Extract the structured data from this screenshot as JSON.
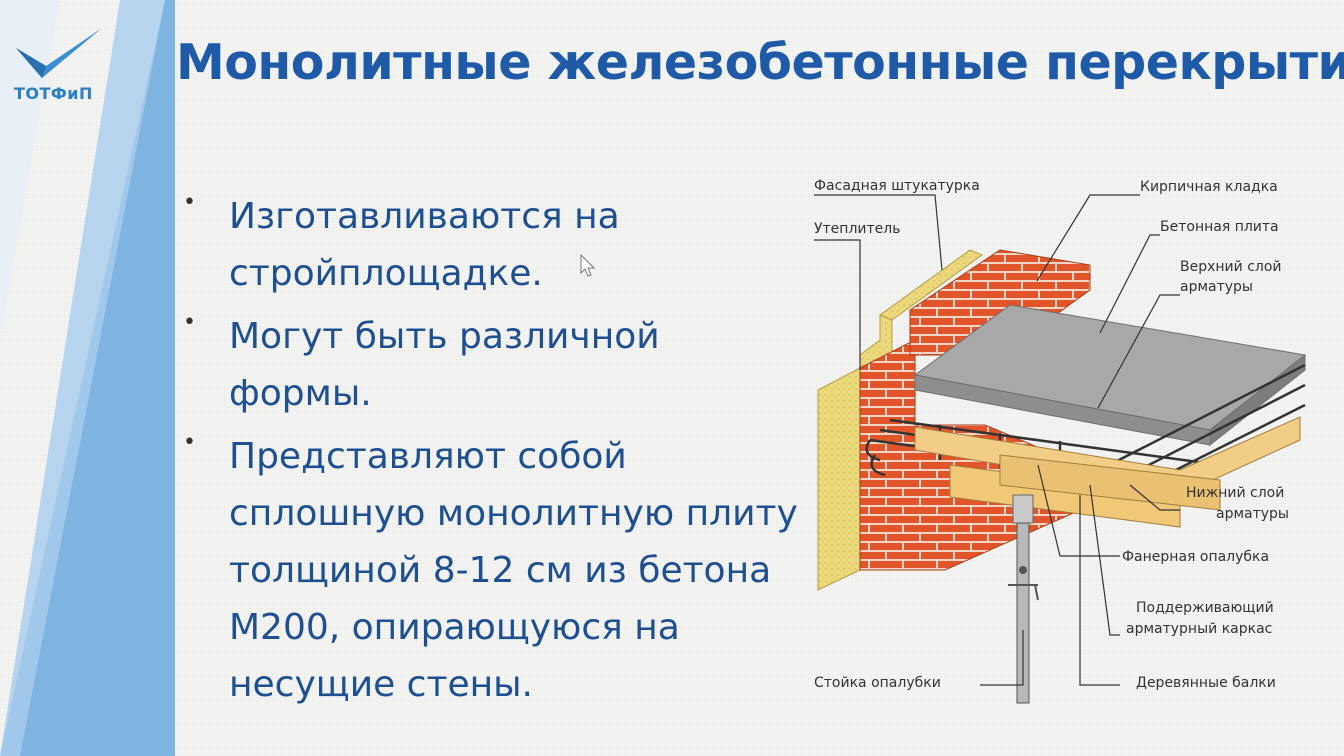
{
  "logo": {
    "text": "ТОТФиП"
  },
  "slide": {
    "title": "Монолитные железобетонные перекрытия",
    "bullets": [
      "Изготавливаются на стройплощадке.",
      "Могут быть различной формы.",
      "Представляют собой сплошную монолитную плиту толщиной 8-12 см из бетона М200, опирающуюся на несущие стены."
    ]
  },
  "diagram": {
    "labels": {
      "facade_plaster": "Фасадная штукатурка",
      "insulation": "Утеплитель",
      "brickwork": "Кирпичная кладка",
      "concrete_slab": "Бетонная плита",
      "upper_rebar_1": "Верхний слой",
      "upper_rebar_2": "арматуры",
      "lower_rebar_1": "Нижний слой",
      "lower_rebar_2": "арматуры",
      "plywood_formwork": "Фанерная опалубка",
      "support_frame_1": "Поддерживающий",
      "support_frame_2": "арматурный каркас",
      "formwork_post": "Стойка опалубки",
      "wooden_beams": "Деревянные балки"
    }
  },
  "colors": {
    "title": "#1e5aa8",
    "bullet_text": "#1d4f91",
    "side_band": "#6fa8dc",
    "brick": "#e2542a",
    "concrete": "#a9a9a9",
    "insulation": "#e9d77a",
    "timber": "#f0c878"
  }
}
